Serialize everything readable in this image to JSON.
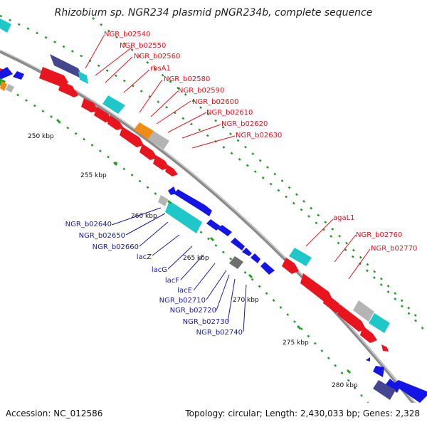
{
  "title": "Rhizobium sp. NGR234 plasmid pNGR234b, complete sequence",
  "footer": {
    "accession": "Accession: NC_012586",
    "summary": "Topology: circular; Length: 2,430,033 bp; Genes: 2,328"
  },
  "ticks": [
    "250 kbp",
    "255 kbp",
    "260 kbp",
    "265 kbp",
    "270 kbp",
    "275 kbp",
    "280 kbp"
  ],
  "labels_forward": [
    "NGR_b02540",
    "NGR_b02550",
    "NGR_b02560",
    "rbsA1",
    "NGR_b02580",
    "NGR_b02590",
    "NGR_b02600",
    "NGR_b02610",
    "NGR_b02620",
    "NGR_b02630",
    "agaL1",
    "NGR_b02760",
    "NGR_b02770"
  ],
  "labels_reverse": [
    "NGR_b02640",
    "NGR_b02650",
    "NGR_b02660",
    "lacZ",
    "lacG",
    "lacF",
    "lacE",
    "NGR_b02710",
    "NGR_b02720",
    "NGR_b02730",
    "NGR_b02740"
  ],
  "colors": {
    "forward_gene": "#e8141e",
    "reverse_gene": "#1414e6",
    "feature_cyan": "#1fc8c8",
    "feature_orange": "#f08c14",
    "feature_grey": "#b4b4b4",
    "feature_dark": "#464690",
    "backbone": "#8c8c8c",
    "tick_mark": "#22a022"
  }
}
